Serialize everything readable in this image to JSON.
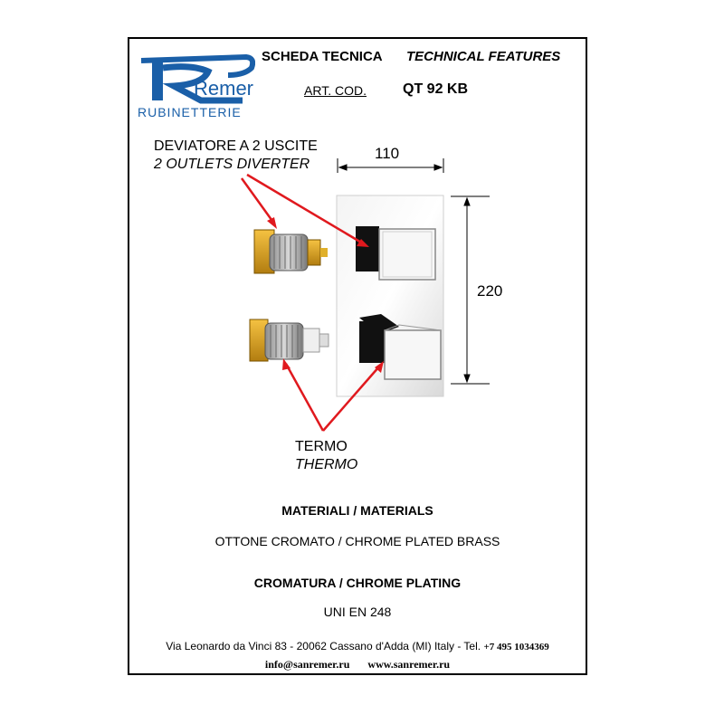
{
  "brand": {
    "logo_text": "Remer",
    "subtitle": "RUBINETTERIE"
  },
  "header": {
    "title_it": "SCHEDA TECNICA",
    "title_en": "TECHNICAL FEATURES",
    "art_cod_label": "ART. COD.",
    "art_cod_value": "QT 92 KB"
  },
  "drawing": {
    "diverter_label_it": "DEVIATORE A 2 USCITE",
    "diverter_label_en": "2 OUTLETS DIVERTER",
    "thermo_label_it": "TERMO",
    "thermo_label_en": "THERMO",
    "width_dim": "110",
    "height_dim": "220",
    "arrow_color": "#e0191e"
  },
  "materials": {
    "title": "MATERIALI / MATERIALS",
    "text": "OTTONE CROMATO / CHROME PLATED BRASS"
  },
  "plating": {
    "title": "CROMATURA / CHROME PLATING",
    "text": "UNI EN 248"
  },
  "footer": {
    "address": "Via Leonardo da Vinci 83 - 20062 Cassano d'Adda (MI) Italy - Tel.",
    "phone": "+7 495 1034369",
    "email": "info@sanremer.ru",
    "website": "www.sanremer.ru"
  }
}
